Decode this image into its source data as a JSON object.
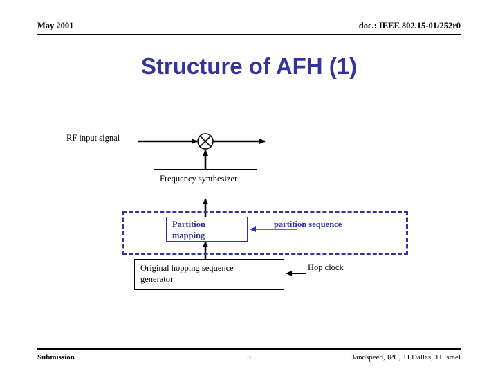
{
  "slide": {
    "header": {
      "date": "May 2001",
      "doc": "doc.: IEEE 802.15-01/252r0"
    },
    "title": "Structure of AFH (1)",
    "footer": {
      "left": "Submission",
      "page": "3",
      "right": "Bandspeed, IPC, TI Dallas, TI Israel"
    }
  },
  "diagram": {
    "labels": {
      "rf_input": "RF input signal",
      "partition_sequence": "partition sequence",
      "hop_clock": "Hop clock"
    },
    "boxes": {
      "frequency_synthesizer": "Frequency synthesizer",
      "partition_mapping": "Partition\nmapping",
      "partition_mapping_line1": "Partition",
      "partition_mapping_line2": "mapping",
      "hopping_generator_line1": "Original hopping sequence",
      "hopping_generator_line2": "generator"
    },
    "icons": {
      "mixer": "mixer-cross-circle-icon"
    },
    "colors": {
      "accent_blue": "#333399",
      "line_black": "#000000",
      "background": "#ffffff"
    }
  }
}
